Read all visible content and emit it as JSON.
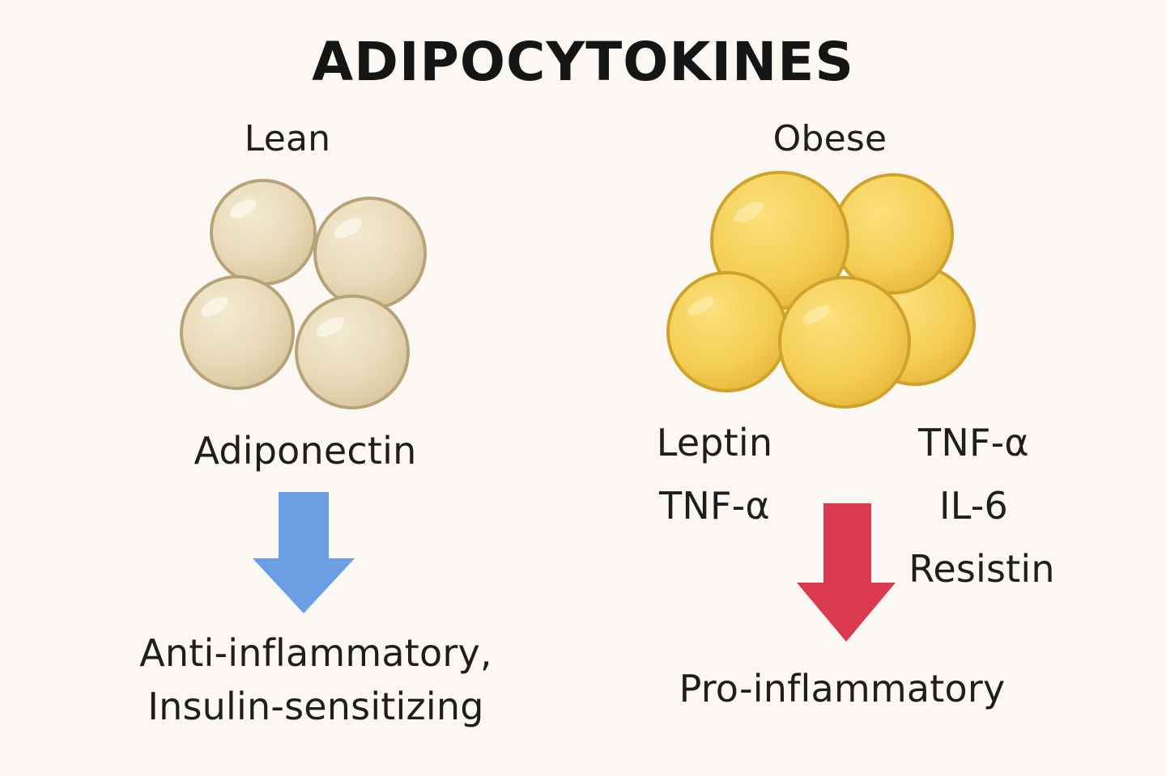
{
  "title": "ADIPOCYTOKINES",
  "lean": {
    "heading": "Lean",
    "cytokine": "Adiponectin",
    "effect_line1": "Anti-inflammatory,",
    "effect_line2": "Insulin-sensitizing"
  },
  "obese": {
    "heading": "Obese",
    "cytokines_left": [
      "Leptin",
      "TNF-α"
    ],
    "cytokines_right": [
      "TNF-α",
      "IL-6",
      "Resistin"
    ],
    "effect": "Pro-inflammatory"
  },
  "colors": {
    "background": "#fbf8f4",
    "lean_cell_fill": "#e9dcbc",
    "lean_cell_stroke": "#b9a57a",
    "obese_cell_fill": "#f7d35a",
    "obese_cell_stroke": "#d4a72a",
    "anti_arrow": "#6aa0e3",
    "pro_arrow": "#d93a4f"
  }
}
